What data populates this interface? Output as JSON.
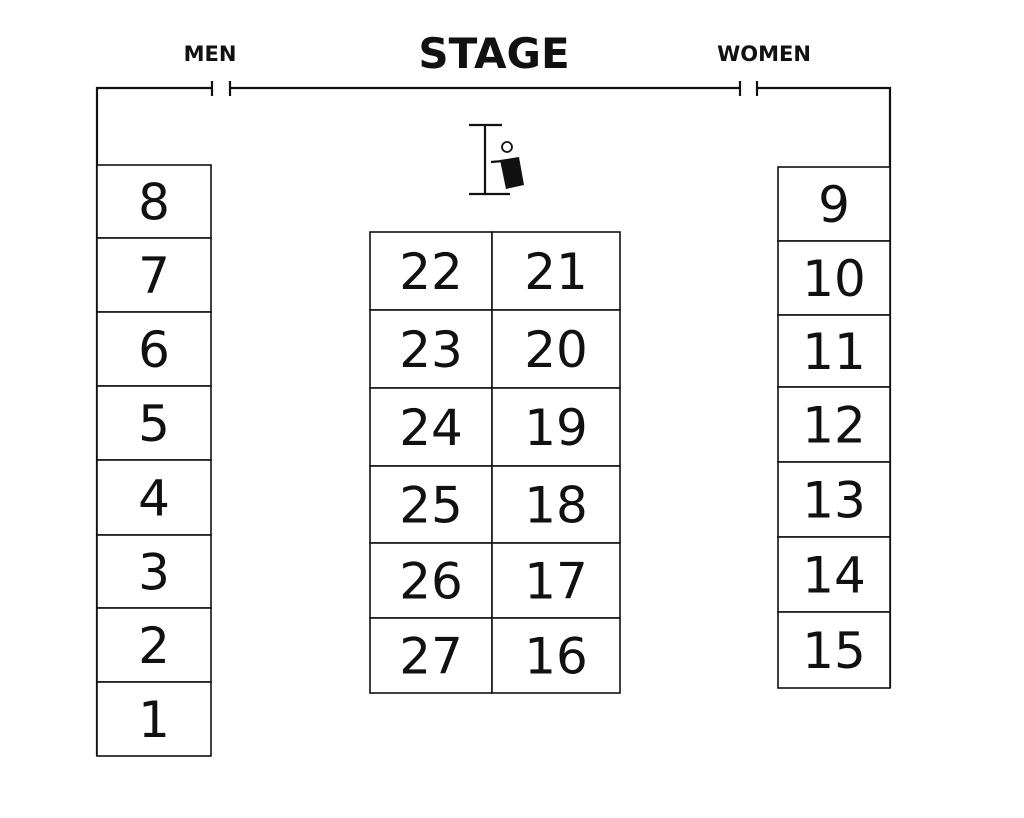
{
  "labels": {
    "stage": "STAGE",
    "men": "MEN",
    "women": "WOMEN"
  },
  "icons": {
    "podium": "podium-speaker-icon"
  },
  "tables": {
    "left_column": [
      "8",
      "7",
      "6",
      "5",
      "4",
      "3",
      "2",
      "1"
    ],
    "right_column": [
      "9",
      "10",
      "11",
      "12",
      "13",
      "14",
      "15"
    ],
    "center_left": [
      "22",
      "23",
      "24",
      "25",
      "26",
      "27"
    ],
    "center_right": [
      "21",
      "20",
      "19",
      "18",
      "17",
      "16"
    ]
  }
}
